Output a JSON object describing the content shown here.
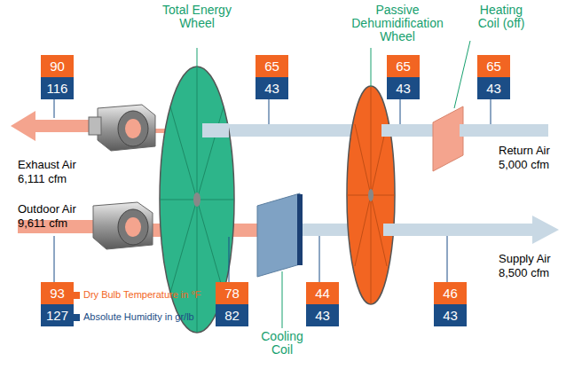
{
  "diagram": {
    "nodes": [
      {
        "text": [
          "90",
          "116"
        ]
      },
      {
        "text": [
          "Total Energy Wheel"
        ]
      },
      {
        "text": [
          "65",
          "43"
        ]
      },
      {
        "text": [
          "Passive Dehumidification Wheel"
        ]
      },
      {
        "text": [
          "65",
          "43"
        ]
      },
      {
        "text": [
          "Heating Coil (off)"
        ]
      },
      {
        "text": [
          "65",
          "43"
        ]
      },
      {
        "text": [
          "93",
          "127"
        ]
      },
      {
        "text": [
          "78",
          "82"
        ]
      },
      {
        "text": [
          "Cooling Coil"
        ]
      },
      {
        "text": [
          "44",
          "43"
        ]
      },
      {
        "text": [
          "46",
          "43"
        ]
      }
    ],
    "labels": [
      "Exhaust Air 6,111 cfm",
      "Outdoor Air 9,611 cfm",
      "Return Air 5,000 cfm",
      "Supply Air 8,500 cfm"
    ],
    "legend": [
      {
        "text": "Dry Bulb Temperature in °F",
        "color": "#f26522"
      },
      {
        "text": "Absolute Humidity in gr/lb",
        "color": "#1b4d86"
      }
    ]
  }
}
